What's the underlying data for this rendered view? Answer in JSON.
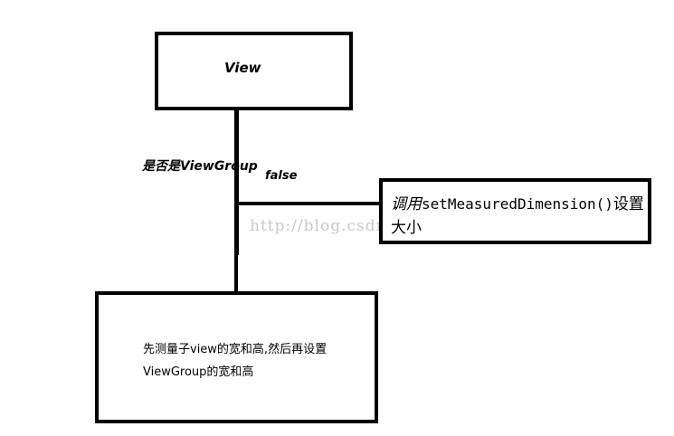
{
  "diagram": {
    "top_node": {
      "label": "View"
    },
    "condition_label": "是否是ViewGroup",
    "branch_label": "false",
    "right_node": {
      "label_prefix": "调用",
      "label_method": "setMeasuredDimension()",
      "label_suffix": "设置大小"
    },
    "bottom_node": {
      "line1": "先测量子view的宽和高,然后再设置",
      "line2": "ViewGroup的宽和高"
    },
    "watermark": "http://blog.csdn.net/"
  }
}
